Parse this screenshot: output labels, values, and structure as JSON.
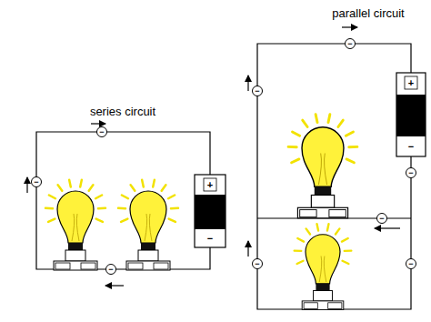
{
  "diagram": {
    "labels": [
      "series circuit",
      "parallel circuit",
      "+",
      "−",
      "+",
      "−",
      "−",
      "−",
      "−",
      "−",
      "−",
      "−",
      "−",
      "−",
      "−"
    ]
  }
}
